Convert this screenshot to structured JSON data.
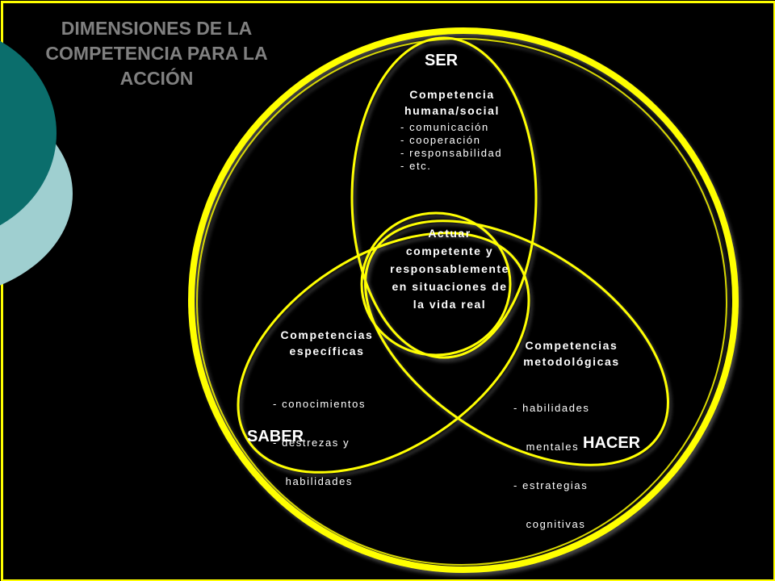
{
  "title_lines": [
    "DIMENSIONES DE LA",
    "COMPETENCIA PARA LA",
    "ACCIÓN"
  ],
  "colors": {
    "background": "#000000",
    "ring": "#ffff00",
    "ring_dark": "#c8c800",
    "teal_dark": "#0b6e6c",
    "teal_light": "#9fcfd0",
    "title": "#808080",
    "text": "#ffffff"
  },
  "ser": {
    "label": "SER",
    "heading": [
      "Competencia",
      "humana/social"
    ],
    "items": [
      "- comunicación",
      "- cooperación",
      "- responsabilidad",
      "- etc."
    ]
  },
  "saber": {
    "label": "SABER",
    "heading": [
      "Competencias",
      "específicas"
    ],
    "items": [
      "- conocimientos",
      "- destrezas y",
      "   habilidades"
    ]
  },
  "hacer": {
    "label": "HACER",
    "heading": [
      "Competencias",
      "metodológicas"
    ],
    "items": [
      "- habilidades",
      "   mentales",
      "- estrategias",
      "   cognitivas"
    ]
  },
  "center": {
    "lines": [
      "Actuar",
      "competente  y",
      "responsablemente",
      "en situaciones  de",
      "la vida  real"
    ]
  }
}
